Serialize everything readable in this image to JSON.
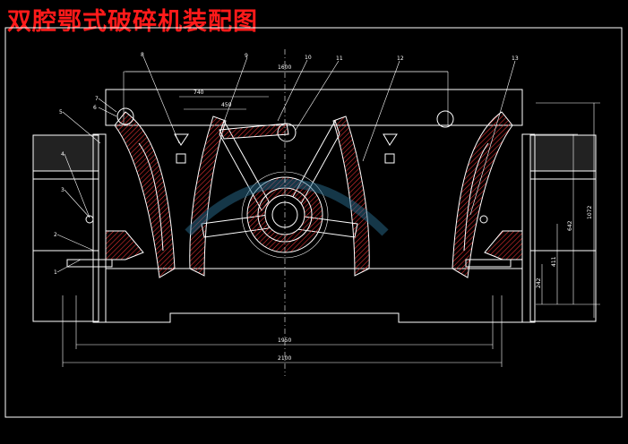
{
  "title": "双腔鄂式破碎机装配图",
  "part_numbers": [
    "1",
    "2",
    "3",
    "4",
    "5",
    "6",
    "7",
    "8",
    "9",
    "10",
    "11",
    "12",
    "13"
  ],
  "dimensions": {
    "d1600": "1600",
    "d740": "740",
    "d450": "450",
    "d1950": "1950",
    "d2100": "2100",
    "d1072": "1072",
    "d642": "642",
    "d411": "411",
    "d242": "242"
  },
  "colors": {
    "background": "#000000",
    "lines": "#ffffff",
    "title": "#ff1a1a",
    "section_hatch": "#e03030"
  }
}
